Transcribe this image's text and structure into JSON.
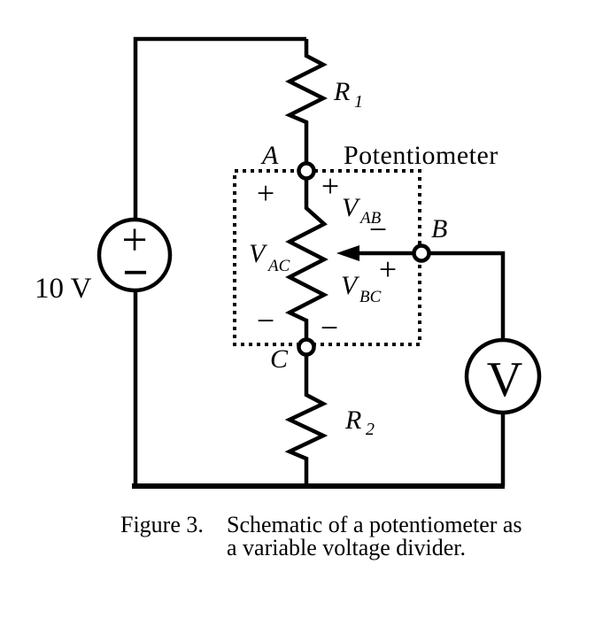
{
  "colors": {
    "ink": "#000000",
    "background": "#ffffff"
  },
  "schematic": {
    "source": {
      "label": "10 V",
      "plus": "+",
      "minus": "−"
    },
    "r1": {
      "name": "R",
      "sub": "1"
    },
    "r2": {
      "name": "R",
      "sub": "2"
    },
    "potentiometer": {
      "title": "Potentiometer",
      "node_a": "A",
      "node_b": "B",
      "node_c": "C",
      "v_ab": {
        "name": "V",
        "sub": "AB",
        "plus": "+",
        "minus": "−"
      },
      "v_ac": {
        "name": "V",
        "sub": "AC",
        "plus": "+",
        "minus": "−"
      },
      "v_bc": {
        "name": "V",
        "sub": "BC",
        "plus": "+",
        "minus": "−"
      }
    },
    "voltmeter": {
      "label": "V"
    }
  },
  "caption": {
    "label": "Figure 3.",
    "line1": "Schematic of a potentiometer as",
    "line2": "a variable voltage divider."
  }
}
